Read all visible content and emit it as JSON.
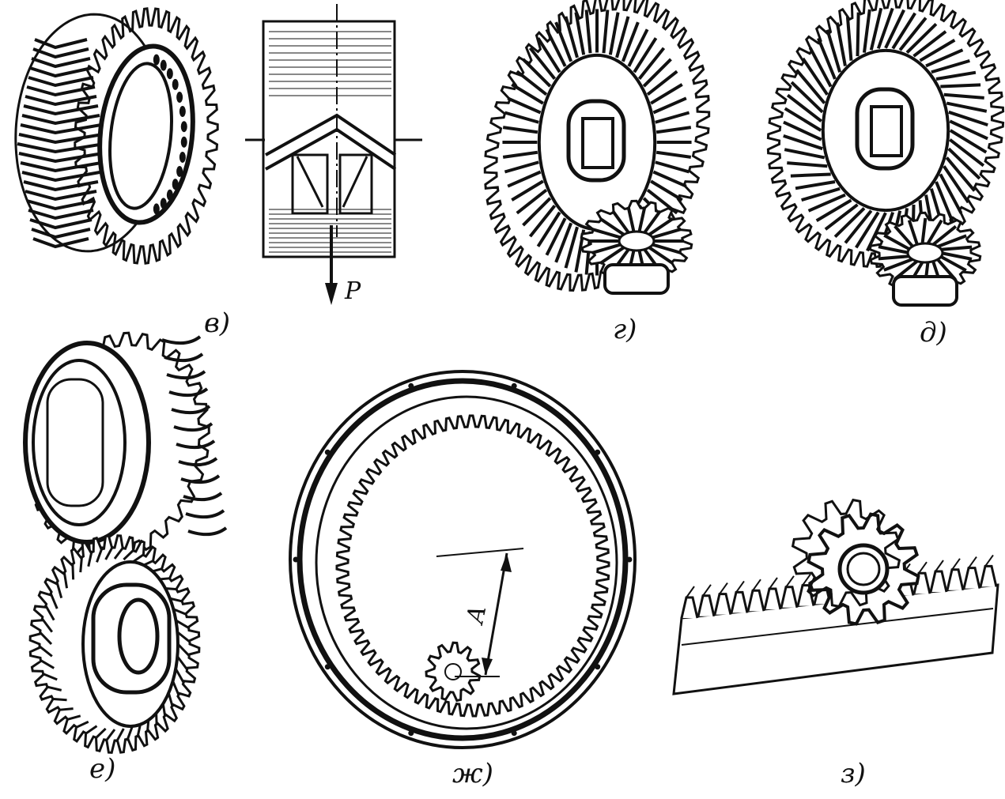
{
  "labels": {
    "v": "в)",
    "g": "г)",
    "d": "д)",
    "e": "е)",
    "zh": "ж)",
    "z": "з)",
    "force": "P",
    "distance": "A"
  },
  "colors": {
    "ink": "#111111",
    "paper": "#ffffff"
  }
}
